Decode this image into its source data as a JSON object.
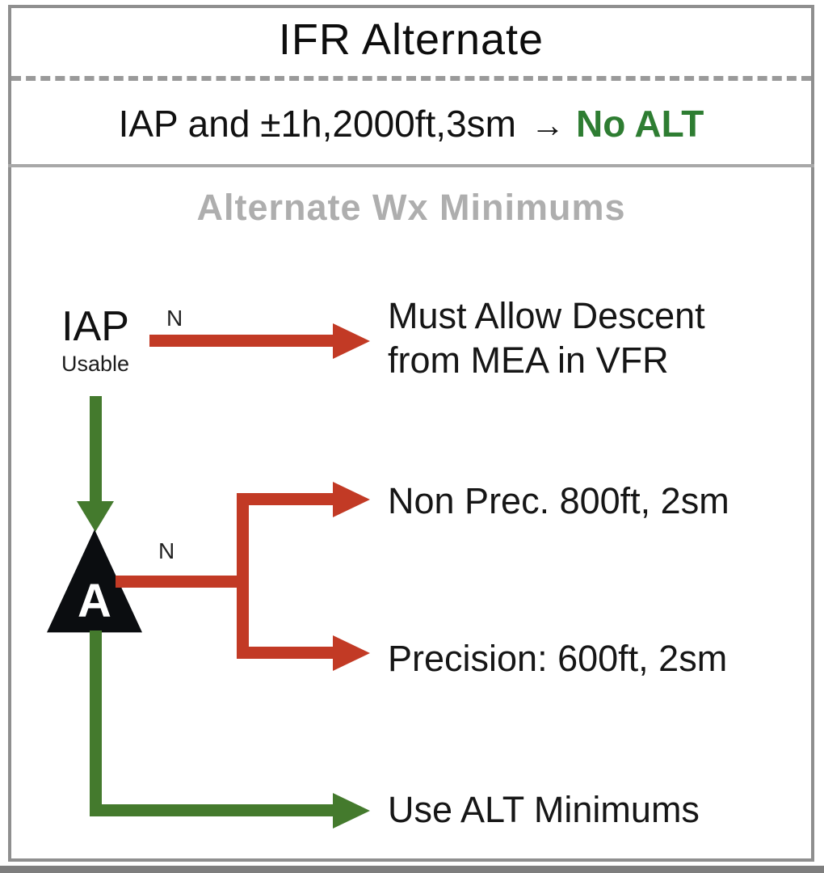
{
  "header": {
    "title": "IFR Alternate"
  },
  "no_alt_rule": {
    "condition": "IAP and ±1h,2000ft,3sm",
    "arrow": "→",
    "result": "No ALT"
  },
  "minimums": {
    "heading": "Alternate Wx Minimums",
    "iap_node": {
      "label": "IAP",
      "sublabel": "Usable"
    },
    "iap_no_branch": {
      "label": "N",
      "result_line1": "Must Allow Descent",
      "result_line2": "from MEA in VFR"
    },
    "alternate_symbol": {
      "label": "A"
    },
    "symbol_no_branch": {
      "label": "N",
      "non_precision_result": "Non Prec. 800ft, 2sm",
      "precision_result": "Precision: 600ft, 2sm"
    },
    "symbol_yes_branch": {
      "result": "Use ALT Minimums"
    }
  },
  "colors": {
    "red_arrow": "#c23a25",
    "green_arrow": "#447a2d",
    "no_alt_green": "#2e7d32",
    "heading_gray": "#aeaeae",
    "frame_gray": "#8f8f8f",
    "triangle_fill": "#0b0d10"
  }
}
